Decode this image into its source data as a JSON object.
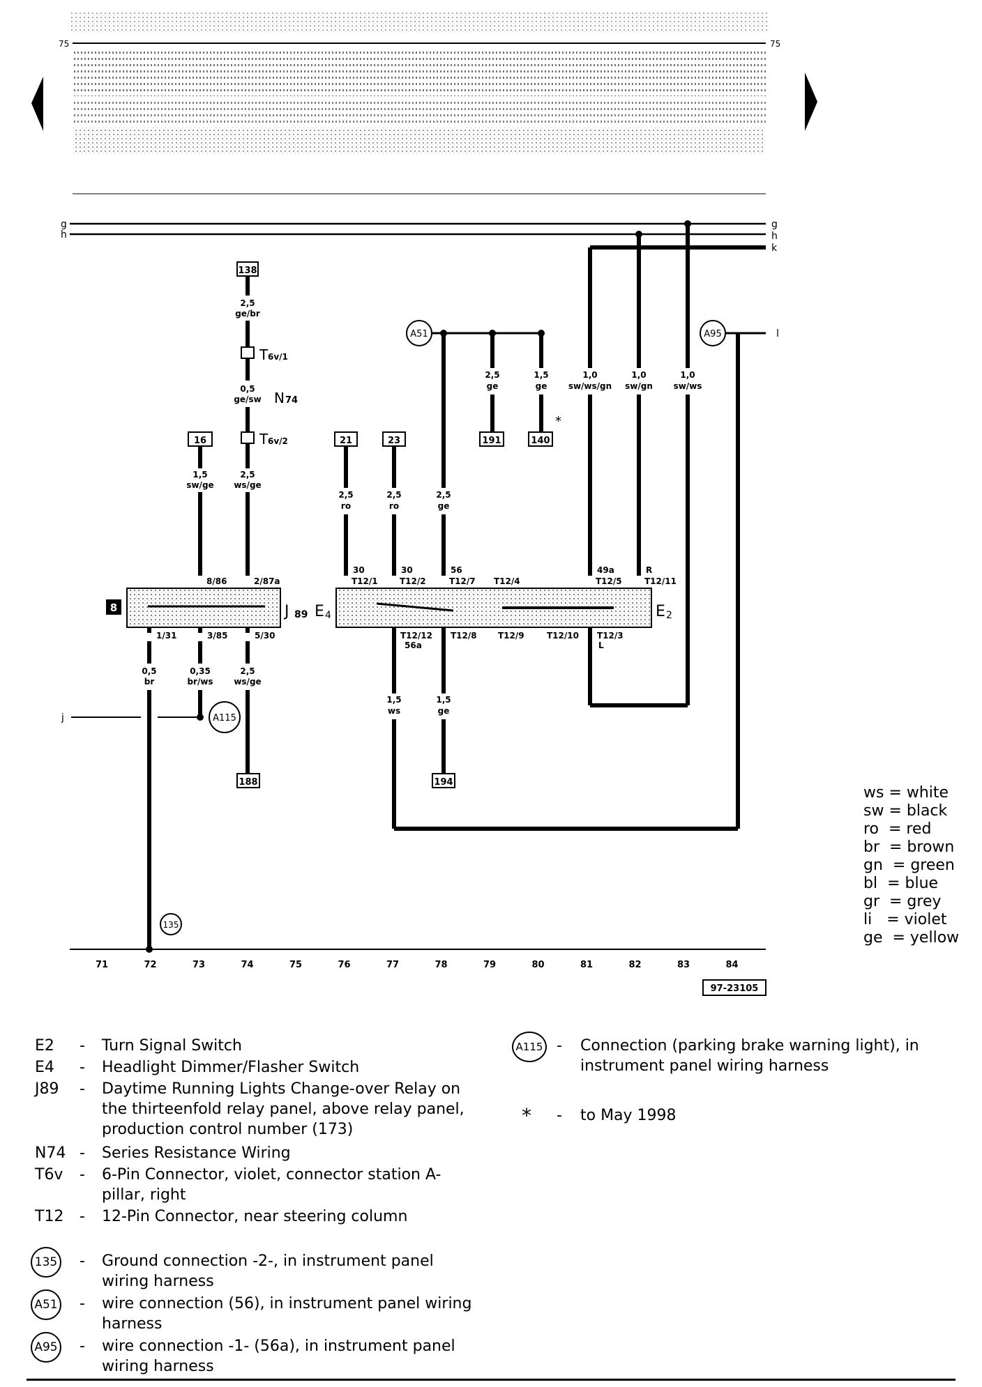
{
  "ground_line_numbers": [
    "71",
    "72",
    "73",
    "74",
    "75",
    "76",
    "77",
    "78",
    "79",
    "80",
    "81",
    "82",
    "83",
    "84"
  ],
  "doc_number": "97-23105",
  "header_top_marker": "75",
  "nav": {
    "prev_arrow": "previous-page",
    "next_arrow": "next-page"
  },
  "bus_labels": {
    "g": "g",
    "h": "h",
    "k": "k",
    "l": "l",
    "j": "j"
  },
  "components": {
    "J89": "J89",
    "J89_prefix": "J",
    "J89_sub": "89",
    "E4_prefix": "E",
    "E4_sub": "4",
    "E2_prefix": "E",
    "E2_sub": "2",
    "N74_prefix": "N",
    "N74_sub": "74",
    "T6v1": "T6v/1",
    "T6v2": "T6v/2",
    "T6v1_sub": "6v/1",
    "T6v2_sub": "6v/2",
    "fuse_8": "8"
  },
  "boxes": {
    "b138": "138",
    "b16": "16",
    "b21": "21",
    "b23": "23",
    "b191": "191",
    "b140": "140",
    "b188": "188",
    "b194": "194"
  },
  "circles": {
    "A51": "A51",
    "A95": "A95",
    "A115": "A115",
    "g135": "135"
  },
  "wires": {
    "w138": [
      "2,5",
      "ge/br"
    ],
    "wN74": [
      "0,5",
      "ge/sw"
    ],
    "w16": [
      "1,5",
      "sw/ge"
    ],
    "w74top": [
      "2,5",
      "ws/ge"
    ],
    "w21": [
      "2,5",
      "ro"
    ],
    "w23": [
      "2,5",
      "ro"
    ],
    "w78top": [
      "2,5",
      "ge"
    ],
    "w191": [
      "2,5",
      "ge"
    ],
    "w140": [
      "1,5",
      "ge"
    ],
    "w81": [
      "1,0",
      "sw/ws/gn"
    ],
    "w82": [
      "1,0",
      "sw/gn"
    ],
    "w83": [
      "1,0",
      "sw/ws"
    ],
    "w72": [
      "0,5",
      "br"
    ],
    "w73": [
      "0,35",
      "br/ws"
    ],
    "w74bot": [
      "2,5",
      "ws/ge"
    ],
    "w77bot": [
      "1,5",
      "ws"
    ],
    "w78bot": [
      "1,5",
      "ge"
    ]
  },
  "pins": {
    "p886": "8/86",
    "p287a": "2/87a",
    "p131": "1/31",
    "p385": "3/85",
    "p530": "5/30",
    "t30a": "30",
    "t121": "T12/1",
    "t30b": "30",
    "t122": "T12/2",
    "t56": "56",
    "t127": "T12/7",
    "t124": "T12/4",
    "t49a": "49a",
    "t125": "T12/5",
    "tR": "R",
    "t1211": "T12/11",
    "t1212": "T12/12",
    "t56a": "56a",
    "t128": "T12/8",
    "t129": "T12/9",
    "t1210": "T12/10",
    "t123": "T12/3",
    "tL": "L",
    "star": "*"
  },
  "abbreviations": [
    "ws = white",
    "sw = black",
    "ro  = red",
    "br  = brown",
    "gn  = green",
    "bl  = blue",
    "gr  = grey",
    "li   = violet",
    "ge  = yellow"
  ],
  "legend_left": [
    {
      "code": "E2",
      "text": "Turn Signal Switch"
    },
    {
      "code": "E4",
      "text": "Headlight Dimmer/Flasher Switch"
    },
    {
      "code": "J89",
      "text": "Daytime Running Lights Change-over Relay on the thirteenfold relay panel, above relay panel, production control number (173)"
    },
    {
      "code": "N74",
      "text": "Series Resistance Wiring"
    },
    {
      "code": "T6v",
      "text": "6-Pin Connector, violet, connector station A-pillar, right"
    },
    {
      "code": "T12",
      "text": "12-Pin Connector, near steering column"
    }
  ],
  "legend_circles": [
    {
      "code": "135",
      "text": "Ground connection -2-, in instrument panel wiring harness"
    },
    {
      "code": "A51",
      "text": "wire connection (56), in instrument panel wiring harness"
    },
    {
      "code": "A95",
      "text": "wire connection -1- (56a), in instrument panel wiring harness"
    }
  ],
  "legend_right": [
    {
      "code": "A115",
      "text": "Connection (parking brake warning light), in instrument panel wiring harness"
    },
    {
      "code": "*",
      "text": "to May 1998"
    }
  ],
  "legend_dash": "-"
}
